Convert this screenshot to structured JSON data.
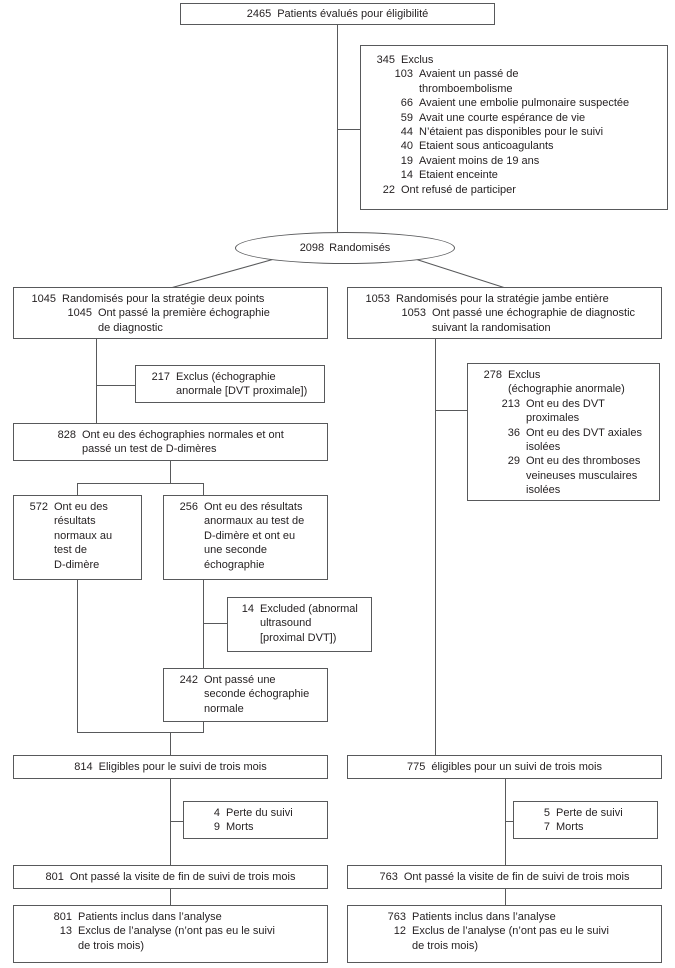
{
  "colors": {
    "border": "#58595b",
    "text": "#231f20",
    "background": "#ffffff"
  },
  "flow": {
    "eligibility": {
      "num": "2465",
      "text": "Patients évalués pour éligibilité"
    },
    "screen_excluded": {
      "total": {
        "num": "345",
        "text": "Exclus"
      },
      "reasons": [
        {
          "num": "103",
          "text": "Avaient un passé de\nthromboembolisme"
        },
        {
          "num": "66",
          "text": "Avaient une embolie pulmonaire suspectée"
        },
        {
          "num": "59",
          "text": "Avait une courte espérance de vie"
        },
        {
          "num": "44",
          "text": "N’étaient pas disponibles pour le suivi"
        },
        {
          "num": "40",
          "text": "Etaient sous anticoagulants"
        },
        {
          "num": "19",
          "text": "Avaient moins de 19 ans"
        },
        {
          "num": "14",
          "text": "Etaient enceinte"
        }
      ],
      "refused": {
        "num": "22",
        "text": "Ont refusé de participer"
      }
    },
    "randomized": {
      "num": "2098",
      "text": "Randomisés"
    },
    "arm_two_point": {
      "line1": {
        "num": "1045",
        "text": "Randomisés pour la stratégie deux points"
      },
      "line2": {
        "num": "1045",
        "text": "Ont passé la première échographie\nde diagnostic"
      }
    },
    "arm_whole_leg": {
      "line1": {
        "num": "1053",
        "text": "Randomisés pour la stratégie jambe entière"
      },
      "line2": {
        "num": "1053",
        "text": "Ont passé une échographie de diagnostic\nsuivant la randomisation"
      }
    },
    "two_point_excluded": {
      "num": "217",
      "text": "Exclus (échographie\nanormale [DVT proximale])"
    },
    "whole_leg_excluded": {
      "total": {
        "num": "278",
        "text": "Exclus\n(échographie anormale)"
      },
      "reasons": [
        {
          "num": "213",
          "text": "Ont eu des DVT\nproximales"
        },
        {
          "num": "36",
          "text": "Ont eu des DVT axiales\nisolées"
        },
        {
          "num": "29",
          "text": "Ont eu des thromboses\nveineuses musculaires\nisolées"
        }
      ]
    },
    "normal_ultrasound": {
      "num": "828",
      "text": "Ont eu des échographies normales et ont\npassé un test de D-dimères"
    },
    "ddimer_normal": {
      "num": "572",
      "text": "Ont eu des\nrésultats\nnormaux au\ntest de\nD-dimère"
    },
    "ddimer_abnormal": {
      "num": "256",
      "text": "Ont eu des résultats\nanormaux au test de\nD-dimère et ont eu\nune seconde\néchographie"
    },
    "second_us_excluded": {
      "num": "14",
      "text": "Excluded (abnormal\nultrasound\n[proximal DVT])"
    },
    "second_us_normal": {
      "num": "242",
      "text": "Ont passé une\nseconde échographie\nnormale"
    },
    "left_eligible": {
      "num": "814",
      "text": "Eligibles pour le suivi de trois mois"
    },
    "right_eligible": {
      "num": "775",
      "text": "éligibles pour un suivi de trois mois"
    },
    "left_lost": {
      "lost": {
        "num": "4",
        "text": "Perte du suivi"
      },
      "died": {
        "num": "9",
        "text": "Morts"
      }
    },
    "right_lost": {
      "lost": {
        "num": "5",
        "text": "Perte de suivi"
      },
      "died": {
        "num": "7",
        "text": "Morts"
      }
    },
    "left_completed": {
      "num": "801",
      "text": "Ont passé la visite de fin de suivi de trois mois"
    },
    "right_completed": {
      "num": "763",
      "text": "Ont passé la visite de fin de suivi de trois mois"
    },
    "left_analysis": {
      "included": {
        "num": "801",
        "text": "Patients inclus dans l’analyse"
      },
      "excluded": {
        "num": "13",
        "text": "Exclus de l’analyse (n’ont pas eu le suivi\nde trois mois)"
      }
    },
    "right_analysis": {
      "included": {
        "num": "763",
        "text": "Patients inclus dans l’analyse"
      },
      "excluded": {
        "num": "12",
        "text": "Exclus de l’analyse (n’ont pas eu le suivi\nde trois mois)"
      }
    }
  }
}
